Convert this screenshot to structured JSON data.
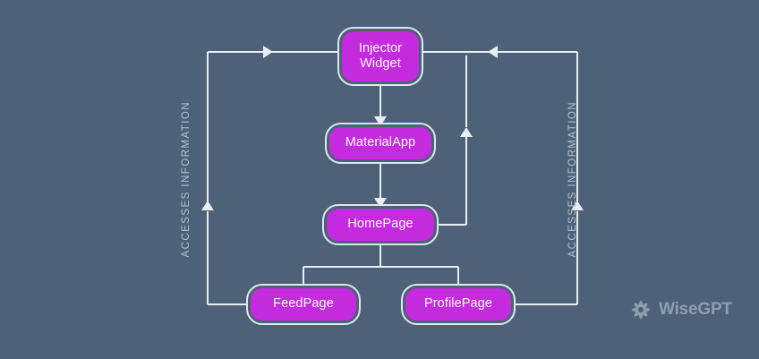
{
  "diagram": {
    "type": "flowchart",
    "background_color": "#4d6278",
    "node_fill_color": "#c42ade",
    "node_border_color": "#dfe7ec",
    "edge_color": "#e9eef2",
    "label_color": "#b6c2cd",
    "nodes": [
      {
        "id": "injector",
        "label": "Injector\nWidget",
        "line1": "Injector",
        "line2": "Widget"
      },
      {
        "id": "material",
        "label": "MaterialApp"
      },
      {
        "id": "home",
        "label": "HomePage"
      },
      {
        "id": "feed",
        "label": "FeedPage"
      },
      {
        "id": "profile",
        "label": "ProfilePage"
      }
    ],
    "rail_labels": {
      "left": "ACCESSES INFORMATION",
      "right": "ACCESSES INFORMATION"
    },
    "edges": [
      {
        "from": "injector",
        "to": "material",
        "arrow": true
      },
      {
        "from": "material",
        "to": "home",
        "arrow": true
      },
      {
        "from": "home",
        "to": "feed",
        "arrow": false
      },
      {
        "from": "home",
        "to": "profile",
        "arrow": false
      },
      {
        "from": "feed",
        "to": "injector",
        "arrow": true,
        "label": "ACCESSES INFORMATION"
      },
      {
        "from": "profile",
        "to": "injector",
        "arrow": true,
        "label": "ACCESSES INFORMATION"
      },
      {
        "from": "home",
        "to": "injector",
        "arrow": true
      }
    ]
  },
  "watermark": {
    "text": "WiseGPT",
    "icon": "pinwheel-logo-icon"
  }
}
